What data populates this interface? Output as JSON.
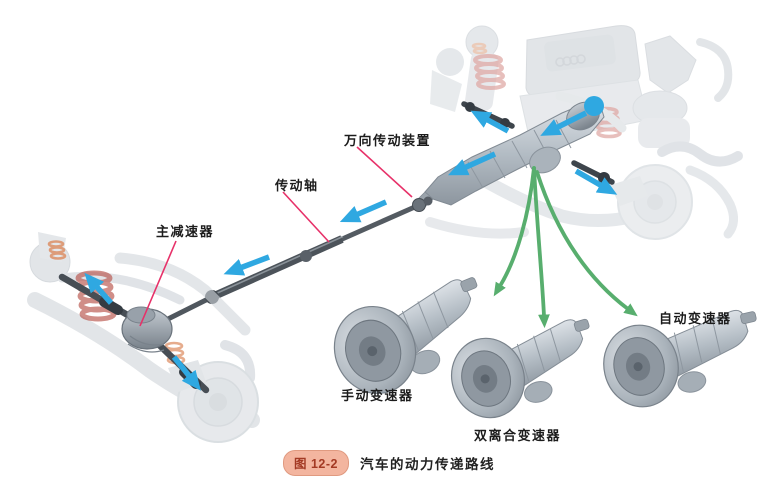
{
  "figure": {
    "badge_label": "图 12-2",
    "caption": "汽车的动力传递路线"
  },
  "part_labels": {
    "universal_drive_unit": "万向传动装置",
    "drive_shaft": "传动轴",
    "final_drive": "主减速器"
  },
  "transmission_labels": {
    "manual": "手动变速器",
    "dual_clutch": "双离合变速器",
    "automatic": "自动变速器"
  },
  "colors": {
    "power_flow_arrow": "#2fa8e1",
    "branch_arrow": "#58ae6e",
    "leader_line": "#e73169",
    "badge_background": "#f3b59f",
    "badge_border": "#e09a80",
    "badge_text": "#a33a24",
    "label_text": "#1c1c1c"
  }
}
